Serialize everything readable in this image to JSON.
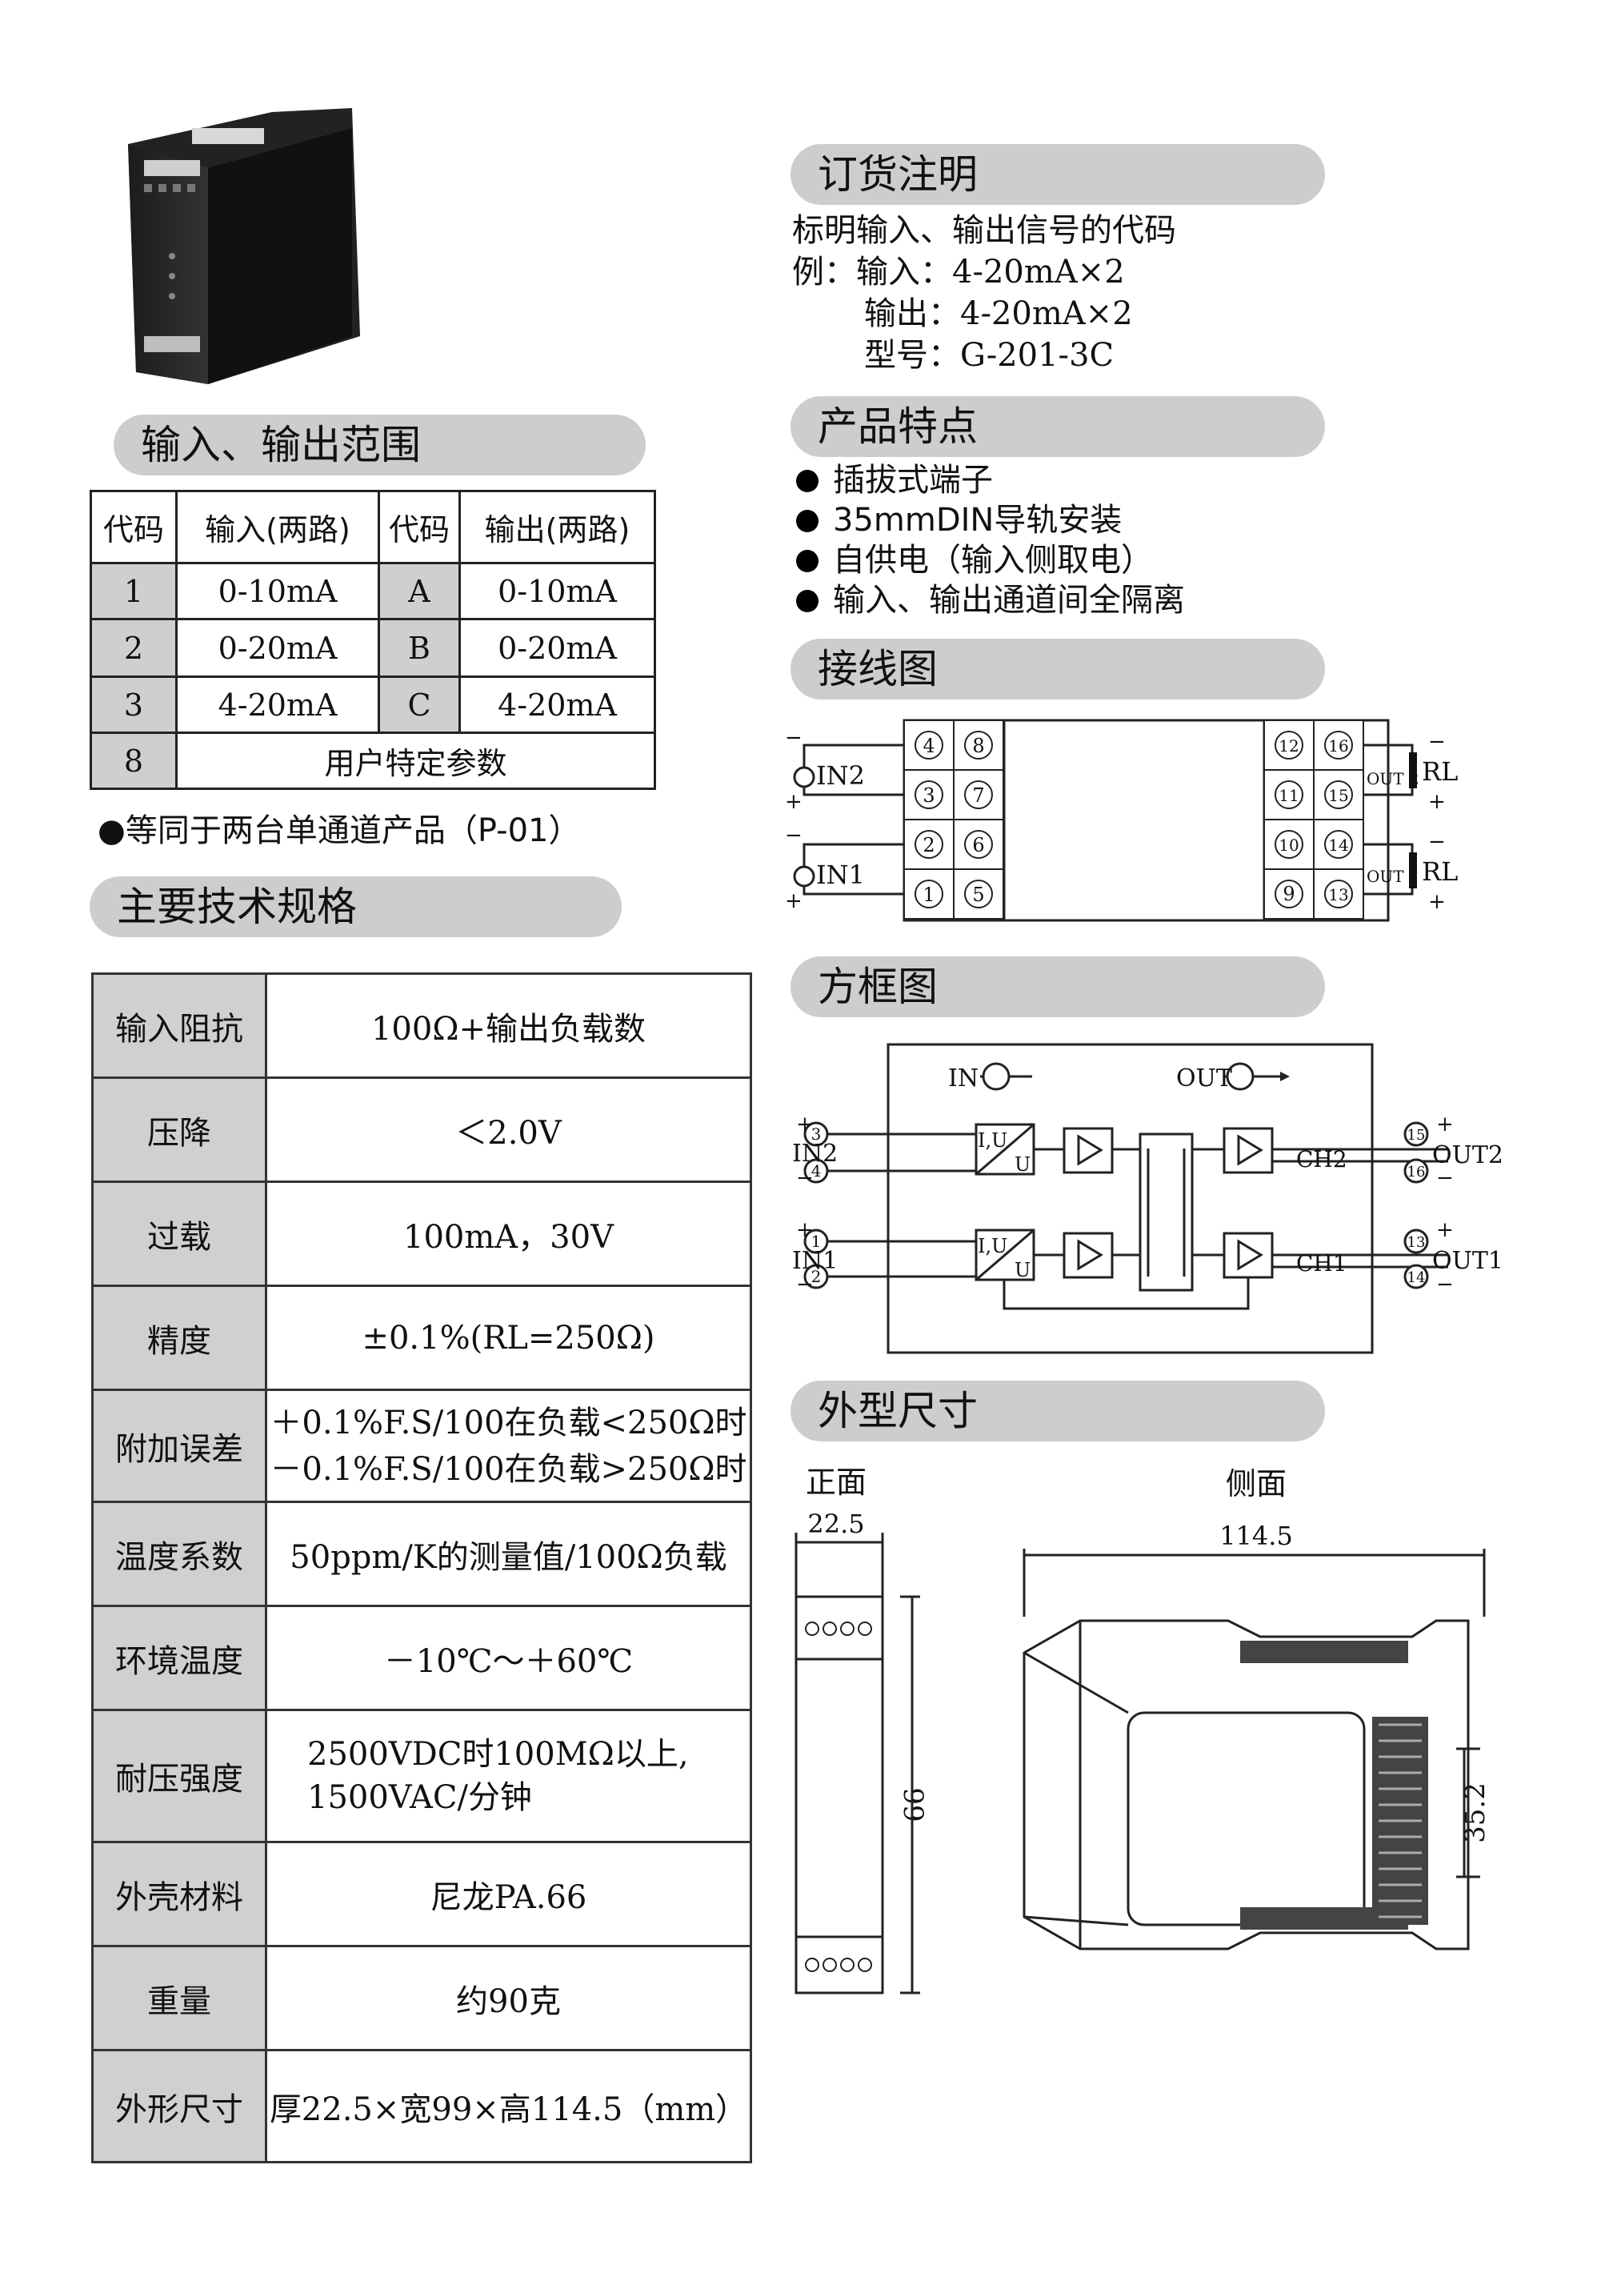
{
  "ordering": {
    "title": "订货注明",
    "intro": "标明输入、输出信号的代码",
    "example_label": "例：",
    "input_label": "输入：",
    "input_value": "4-20mA×2",
    "output_label": "输出：",
    "output_value": "4-20mA×2",
    "model_label": "型号：",
    "model_value": "G-201-3C"
  },
  "range": {
    "title": "输入、输出范围",
    "headers": [
      "代码",
      "输入(两路)",
      "代码",
      "输出(两路)"
    ],
    "rows": [
      {
        "in_code": "1",
        "in_value": "0-10mA",
        "out_code": "A",
        "out_value": "0-10mA"
      },
      {
        "in_code": "2",
        "in_value": "0-20mA",
        "out_code": "B",
        "out_value": "0-20mA"
      },
      {
        "in_code": "3",
        "in_value": "4-20mA",
        "out_code": "C",
        "out_value": "4-20mA"
      }
    ],
    "custom_code": "8",
    "custom_value": "用户特定参数",
    "note": "●等同于两台单通道产品（P-01）"
  },
  "features": {
    "title": "产品特点",
    "items": [
      "插拔式端子",
      "35mmDIN导轨安装",
      "自供电（输入侧取电）",
      "输入、输出通道间全隔离"
    ]
  },
  "wiring": {
    "title": "接线图",
    "in2": "IN2",
    "in1": "IN1",
    "out2": "OUT 2",
    "out1": "OUT 1",
    "rl": "RL",
    "plus": "+",
    "minus": "−",
    "left_col1": [
      "4",
      "3",
      "2",
      "1"
    ],
    "left_col2": [
      "8",
      "7",
      "6",
      "5"
    ],
    "right_col1": [
      "12",
      "11",
      "10",
      "9"
    ],
    "right_col2": [
      "16",
      "15",
      "14",
      "13"
    ]
  },
  "block": {
    "title": "方框图",
    "in_label": "IN",
    "out_label": "OUT",
    "in2": "IN2",
    "in1": "IN1",
    "out2": "OUT2",
    "out1": "OUT1",
    "ch2": "CH2",
    "ch1": "CH1",
    "iu": "I,U",
    "u": "U",
    "t3": "3",
    "t4": "4",
    "t1": "1",
    "t2": "2",
    "t15": "15",
    "t16": "16",
    "t13": "13",
    "t14": "14",
    "plus": "+",
    "minus": "−"
  },
  "specs": {
    "title": "主要技术规格",
    "rows": [
      {
        "key": "输入阻抗",
        "value": "100Ω+输出负载数"
      },
      {
        "key": "压降",
        "value": "＜2.0V"
      },
      {
        "key": "过载",
        "value": "100mA，30V"
      },
      {
        "key": "精度",
        "value": "±0.1%(RL=250Ω)"
      },
      {
        "key": "附加误差",
        "value": "＋0.1%F.S/100在负载<250Ω时",
        "value2": "－0.1%F.S/100在负载>250Ω时"
      },
      {
        "key": "温度系数",
        "value": "50ppm/K的测量值/100Ω负载"
      },
      {
        "key": "环境温度",
        "value": "－10℃～＋60℃"
      },
      {
        "key": "耐压强度",
        "value": "2500VDC时100MΩ以上,",
        "value2": "1500VAC/分钟"
      },
      {
        "key": "外壳材料",
        "value": "尼龙PA.66"
      },
      {
        "key": "重量",
        "value": "约90克"
      },
      {
        "key": "外形尺寸",
        "value": "厚22.5×宽99×高114.5（mm）"
      }
    ]
  },
  "dimensions": {
    "title": "外型尺寸",
    "front_label": "正面",
    "side_label": "侧面",
    "front_width": "22.5",
    "side_width": "114.5",
    "height": "99",
    "rail": "35.2"
  }
}
